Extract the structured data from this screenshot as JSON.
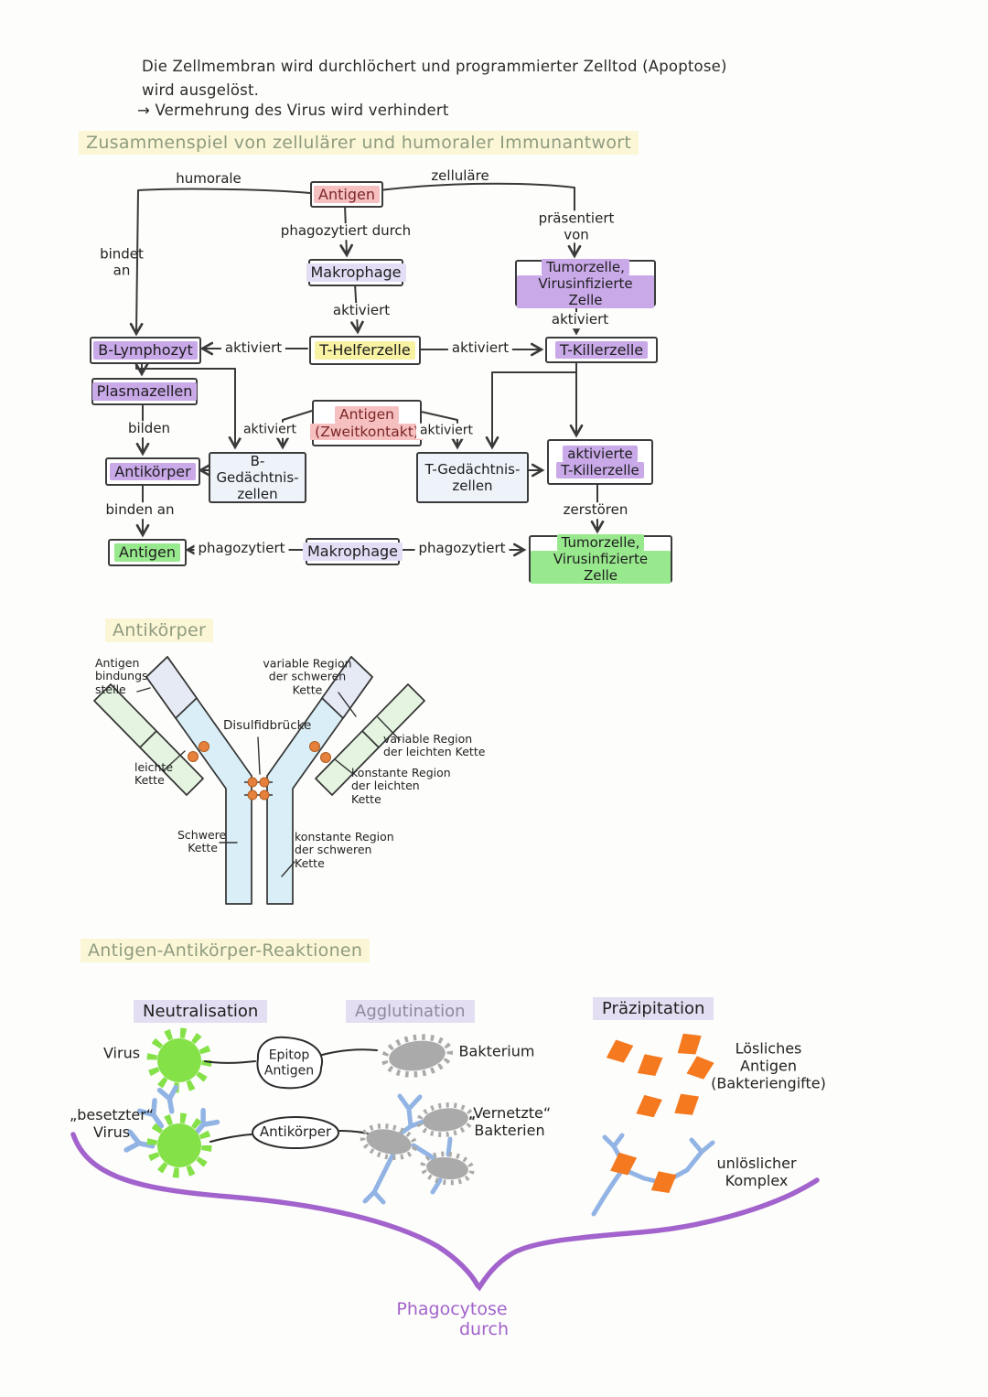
{
  "colors": {
    "highlight_purple": "#c9a9e8",
    "highlight_light_purple": "#e3def5",
    "highlight_pink": "#f6bfc0",
    "highlight_yellow": "#f8f2a3",
    "highlight_pale_yellow": "#fbf7d6",
    "highlight_green": "#98e88d",
    "highlight_lavender": "#e3def1",
    "virus_green": "#85e148",
    "bacterium_gray": "#aaaaaa",
    "antibody_blue": "#92b4e4",
    "antigen_orange": "#f4791f",
    "brace_purple": "#a263cc",
    "dark_red_text": "#7c2626",
    "ink": "#3a3a3a"
  },
  "intro": {
    "line1": "Die Zellmembran wird durchlöchert und programmierter Zelltod (Apoptose)",
    "line2": "wird ausgelöst.",
    "line3": "→ Vermehrung des Virus wird verhindert"
  },
  "headings": {
    "interplay": "Zusammenspiel von zellulärer und humoraler Immunantwort",
    "antibody": "Antikörper",
    "reactions": "Antigen-Antikörper-Reaktionen"
  },
  "flowchart": {
    "boxes": {
      "antigen_top": "Antigen",
      "makrophage_top": "Makrophage",
      "tumorzelle_top": {
        "line1": "Tumorzelle,",
        "line2": "Virusinfizierte Zelle"
      },
      "b_lymphozyt": "B-Lymphozyt",
      "t_helferzelle": "T-Helferzelle",
      "t_killerzelle": "T-Killerzelle",
      "plasmazellen": "Plasmazellen",
      "antigen_zweitkontakt": {
        "line1": "Antigen",
        "line2": "(Zweitkontakt)"
      },
      "antikoerper": "Antikörper",
      "b_gedaechtniszellen": "B-Gedächtnis-\nzellen",
      "t_gedaechtniszellen": "T-Gedächtnis-\nzellen",
      "aktivierte_t_killerzelle": {
        "line1": "aktivierte",
        "line2": "T-Killerzelle"
      },
      "antigen_bottom": "Antigen",
      "makrophage_bottom": "Makrophage",
      "tumorzelle_bottom": {
        "line1": "Tumorzelle,",
        "line2": "Virusinfizierte Zelle"
      }
    },
    "labels": {
      "humorale": "humorale",
      "zellulaere": "zelluläre",
      "phagozytiert_durch": "phagozytiert durch",
      "praesentiert_von": "präsentiert\nvon",
      "bindet_an": "bindet\nan",
      "aktiviert_makrophage": "aktiviert",
      "aktiviert_tumorzelle": "aktiviert",
      "aktiviert_b_lymphozyt": "aktiviert",
      "aktiviert_t_killer": "aktiviert",
      "bilden": "bilden",
      "aktiviert_zweitkontakt_links": "aktiviert",
      "aktiviert_zweitkontakt_rechts": "aktiviert",
      "binden_an": "binden an",
      "zerstoeren": "zerstören",
      "phagozytiert_links": "phagozytiert",
      "phagozytiert_rechts": "phagozytiert"
    }
  },
  "antibody_diagram": {
    "labels": {
      "antigenbindungsstelle": "Antigen\nbindungs\nstelle",
      "variable_region_schwere_kette": "variable Region\nder schweren\nKette",
      "disulfidbruecke": "Disulfidbrücke",
      "variable_region_leichte_kette": "variable Region\nder leichten Kette",
      "konstante_region_leichte_kette": "konstante Region\nder leichten\nKette",
      "leichte_kette": "leichte\nKette",
      "schwere_kette": "Schwere\nKette",
      "konstante_region_schwere_kette": "konstante Region\nder schweren\nKette"
    }
  },
  "reactions": {
    "neutralisation": {
      "title": "Neutralisation",
      "virus_label": "Virus",
      "epitop_label": "Epitop\nAntigen",
      "besetzter_virus_label": "„besetzter“\nVirus",
      "antikoerper_label": "Antikörper"
    },
    "agglutination": {
      "title": "Agglutination",
      "bakterium_label": "Bakterium",
      "vernetzte_label": "„Vernetzte“\nBakterien"
    },
    "praezipitation": {
      "title": "Präzipitation",
      "loesliches_label": "Lösliches\nAntigen\n(Bakteriengifte)",
      "unloeslicher_label": "unlöslicher\nKomplex"
    },
    "phagocytose": {
      "line1": "Phagocytose",
      "line2": "durch"
    }
  }
}
